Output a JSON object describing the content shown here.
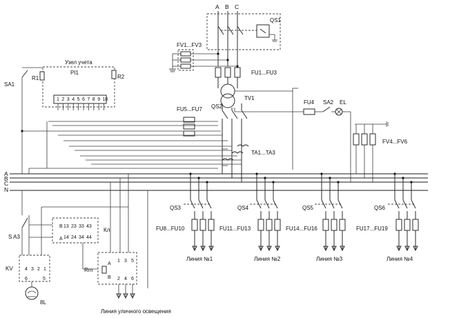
{
  "diagram": {
    "phases": {
      "a": "A",
      "b": "B",
      "c": "C"
    },
    "bus_labels": {
      "a": "A",
      "b": "B",
      "c": "C",
      "n": "N"
    },
    "qs1": "QS1",
    "fv1": "FV1...FV3",
    "fu1": "FU1...FU3",
    "tv1": "TV1",
    "qs2": "QS2",
    "fu4": "FU4",
    "sa2": "SA2",
    "el": "EL",
    "fu5": "FU5...FU7",
    "ta": "TA1...TA3",
    "fv4": "FV4...FV6",
    "meter_group": "Узел учета",
    "meter": "PI1",
    "meter_terminals": [
      "1",
      "2",
      "3",
      "4",
      "5",
      "6",
      "7",
      "8",
      "9",
      "10"
    ],
    "sa1": "SA1",
    "r1": "R1",
    "r2": "R2",
    "qs3": "QS3",
    "qs4": "QS4",
    "qs5": "QS5",
    "qs6": "QS6",
    "fu8": "FU8...FU10",
    "fu11": "FU11...FU13",
    "fu14": "FU14...FU16",
    "fu17": "FU17...FU19",
    "line1": "Линия №1",
    "line2": "Линия №2",
    "line3": "Линия №3",
    "line4": "Линия №4",
    "sa3": "S A3",
    "kl": "Кл",
    "kl_a": "A",
    "kl_b": "B",
    "kl_terms_top": [
      "13",
      "23",
      "33",
      "43"
    ],
    "kl_terms_bot": [
      "14",
      "24",
      "34",
      "44"
    ],
    "kv": "KV",
    "kv_terms": [
      "4",
      "3",
      "2",
      "1"
    ],
    "kv_6": "6",
    "kv_5": "5",
    "sl": "8L",
    "rm": "Rm",
    "rm_a": "A",
    "rm_b": "B",
    "rm_terms_top": [
      "1",
      "3",
      "5"
    ],
    "rm_terms_bot": [
      "2",
      "4",
      "6"
    ],
    "street": "Линия уличного освещения"
  }
}
